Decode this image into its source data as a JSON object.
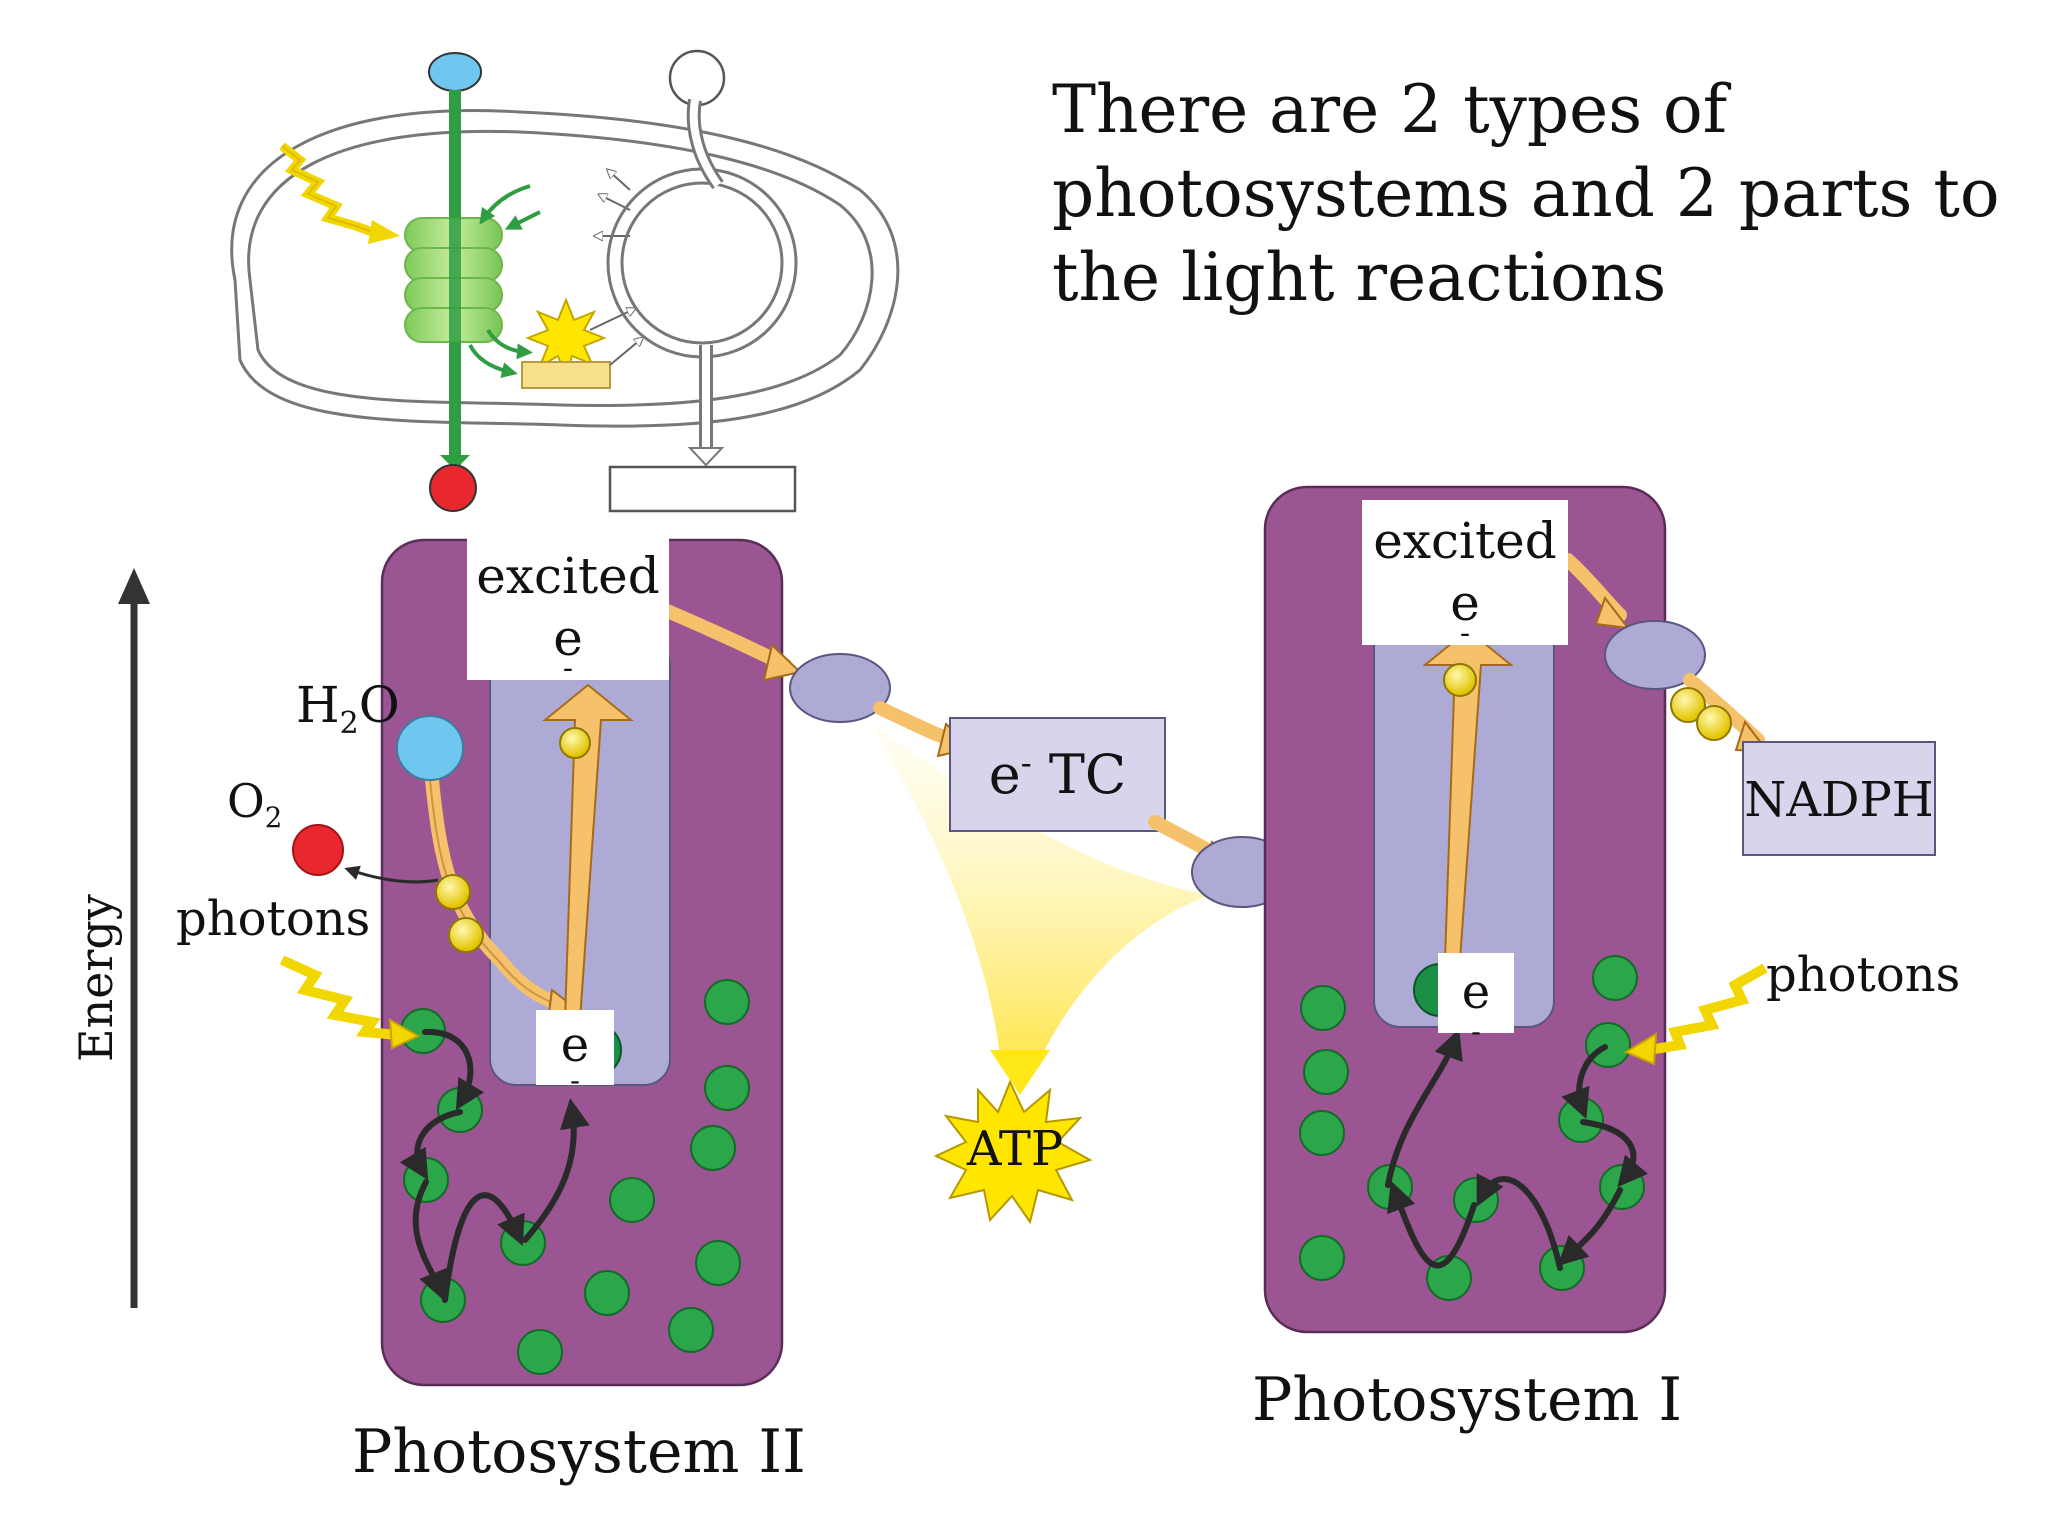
{
  "heading": {
    "lines": [
      "There are 2 types of",
      "photosystems and 2 parts to",
      "the light reactions"
    ]
  },
  "labels": {
    "energy": "Energy",
    "h2o_main": "H",
    "h2o_sub": "2",
    "h2o_tail": "O",
    "o2_main": "O",
    "o2_sub": "2",
    "photons_left": "photons",
    "photons_right": "photons",
    "ps2_excited": "excited",
    "ps2_excited_e": "e",
    "ps2_e": "e",
    "ps1_excited": "excited",
    "ps1_excited_e": "e",
    "ps1_e": "e",
    "etc_e": "e",
    "etc_tc": " TC",
    "minus": "-",
    "atp": "ATP",
    "nadph": "NADPH",
    "photosystem_ii": "Photosystem II",
    "photosystem_i": "Photosystem I"
  },
  "colors": {
    "purple": "#9b5592",
    "lavender": "#aeaad6",
    "orange": "#f5c16b",
    "green": "#2ca64a",
    "yellow": "#ffe600",
    "red": "#e8282e",
    "blue": "#6fc7f0"
  }
}
